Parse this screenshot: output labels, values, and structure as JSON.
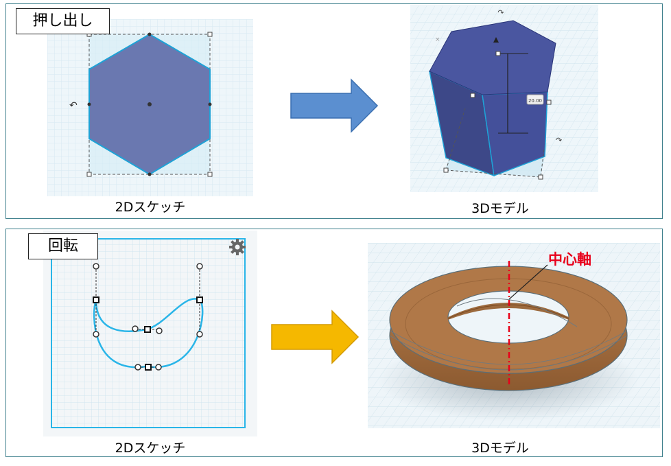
{
  "top_panel": {
    "tag": "押し出し",
    "left_caption": "2Dスケッチ",
    "right_caption": "3Dモデル",
    "dimension_label": "20.00"
  },
  "bottom_panel": {
    "tag": "回転",
    "left_caption": "2Dスケッチ",
    "right_caption": "3Dモデル",
    "axis_label": "中心軸"
  },
  "colors": {
    "panel_border": "#3d7f8c",
    "hexagon_fill": "#6a78b0",
    "prism_fill": "#44509a",
    "arrow_blue": "#5b8fd0",
    "arrow_orange": "#f5b800",
    "torus_brown": "#b07848",
    "axis_red": "#e8001b",
    "sketch_curve": "#29b5e8"
  }
}
